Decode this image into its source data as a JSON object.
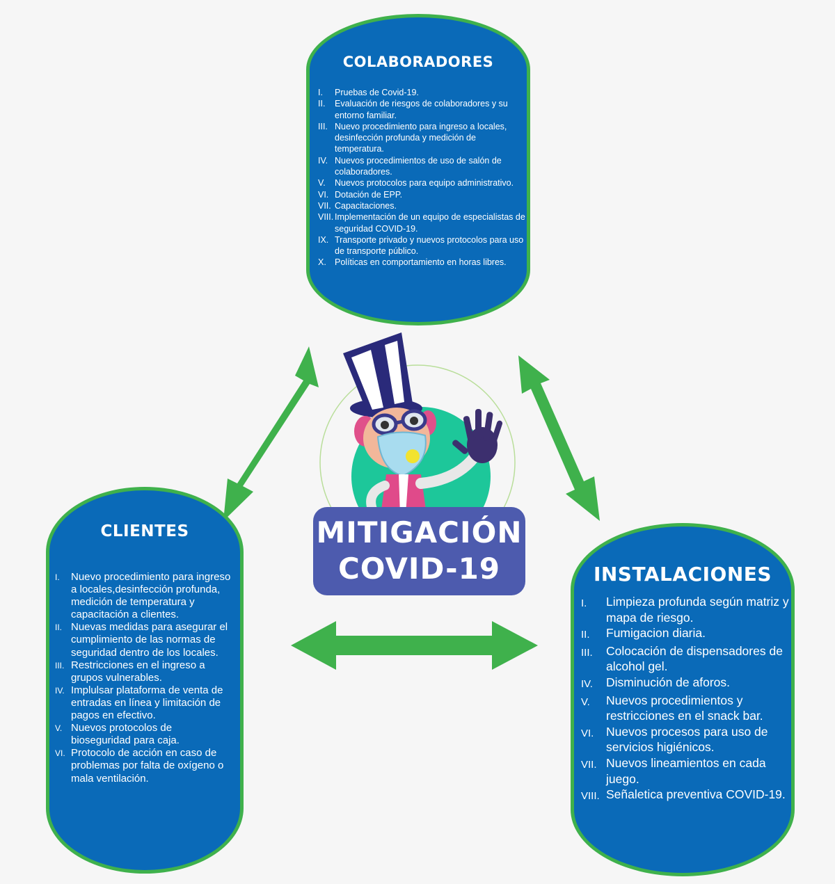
{
  "center": {
    "line1": "MITIGACIÓN",
    "line2": "COVID-19"
  },
  "colaboradores": {
    "title": "COLABORADORES",
    "items": [
      {
        "num": "I.",
        "text": "Pruebas de Covid-19."
      },
      {
        "num": "II.",
        "text": "Evaluación de riesgos de colaboradores y su entorno familiar."
      },
      {
        "num": "III.",
        "text": "Nuevo procedimiento para ingreso a locales, desinfección profunda y medición de temperatura."
      },
      {
        "num": "IV.",
        "text": "Nuevos procedimientos de uso de salón de colaboradores."
      },
      {
        "num": "V.",
        "text": "Nuevos protocolos para equipo administrativo."
      },
      {
        "num": "VI.",
        "text": "Dotación de EPP."
      },
      {
        "num": "VII.",
        "text": "Capacitaciones."
      },
      {
        "num": "VIII.",
        "text": "Implementación de un equipo de especialistas de seguridad COVID-19."
      },
      {
        "num": "IX.",
        "text": "Transporte privado y nuevos protocolos para uso de transporte público."
      },
      {
        "num": "X.",
        "text": "Políticas en comportamiento en horas libres."
      }
    ]
  },
  "clientes": {
    "title": "CLIENTES",
    "items": [
      {
        "num": "I.",
        "text": "Nuevo procedimiento para ingreso a locales,desinfección profunda, medición de temperatura y capacitación a clientes."
      },
      {
        "num": "II.",
        "text": "Nuevas medidas para asegurar el cumplimiento de las normas de seguridad dentro de los locales."
      },
      {
        "num": "III.",
        "text": "Restricciones en el ingreso a grupos vulnerables."
      },
      {
        "num": "IV.",
        "text": "Implulsar plataforma de venta de entradas en línea y limitación de pagos en efectivo."
      },
      {
        "num": "V.",
        "text": "Nuevos protocolos de bioseguridad para caja."
      },
      {
        "num": "VI.",
        "text": "Protocolo de acción en caso de problemas por falta de oxígeno o mala ventilación."
      }
    ]
  },
  "instalaciones": {
    "title": "INSTALACIONES",
    "items": [
      {
        "num": "I.",
        "text": "Limpieza profunda según matriz y mapa de riesgo."
      },
      {
        "num": "II.",
        "text": "Fumigacion diaria."
      },
      {
        "num": "III.",
        "text": "Colocación de dispensadores de alcohol gel."
      },
      {
        "num": "IV.",
        "text": "Disminución de aforos."
      },
      {
        "num": "V.",
        "text": "Nuevos procedimientos y restricciones en el snack bar."
      },
      {
        "num": "VI.",
        "text": "Nuevos procesos para uso de servicios higiénicos."
      },
      {
        "num": "VII.",
        "text": "Nuevos lineamientos en cada juego."
      },
      {
        "num": "VIII.",
        "text": "Señaletica preventiva COVID-19."
      }
    ]
  },
  "colors": {
    "pill_fill": "#0a6ab8",
    "pill_border": "#3fb14c",
    "arrow": "#3fb14c",
    "center_box": "#4d5bae",
    "background": "#f6f6f6"
  },
  "icons": {
    "mascot": "mascot-with-mask-icon"
  }
}
